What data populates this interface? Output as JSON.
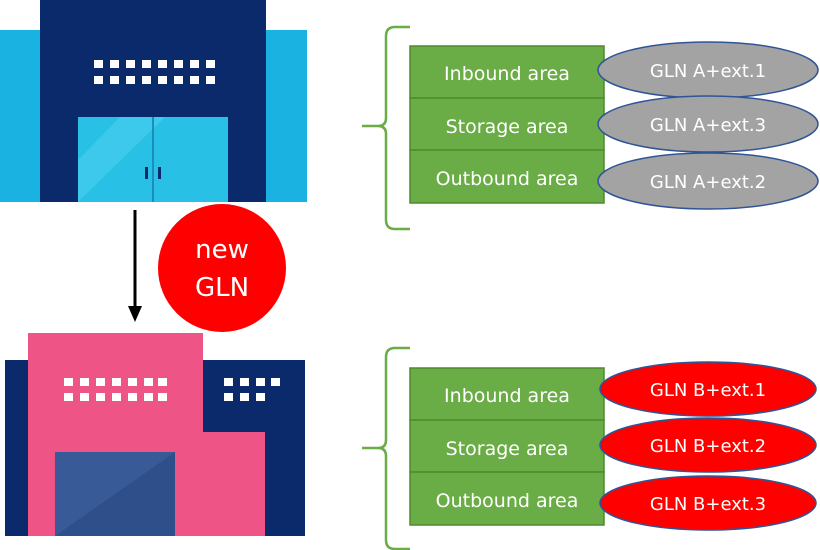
{
  "badge": {
    "line1": "new",
    "line2": "GLN"
  },
  "group_a": {
    "areas": [
      "Inbound area",
      "Storage area",
      "Outbound area"
    ],
    "glns": [
      "GLN A+ext.1",
      "GLN A+ext.3",
      "GLN A+ext.2"
    ]
  },
  "group_b": {
    "areas": [
      "Inbound area",
      "Storage area",
      "Outbound area"
    ],
    "glns": [
      "GLN B+ext.1",
      "GLN B+ext.2",
      "GLN B+ext.3"
    ]
  },
  "colors": {
    "building_a_navy": "#0a2a6b",
    "building_a_cyan": "#1ab2e0",
    "building_a_door": "#29c0e6",
    "building_b_navy": "#0a2a6b",
    "building_b_pink": "#ee5486",
    "building_b_door": "#2f4f8a",
    "area_green": "#6aac46",
    "area_border": "#4f8a2f",
    "gln_grey": "#a3a3a3",
    "gln_grey_border": "#2f5597",
    "gln_red": "#ff0000",
    "gln_red_border": "#2f5597",
    "badge_red": "#ff0000",
    "bracket_green": "#6aac46",
    "arrow": "#000000"
  }
}
